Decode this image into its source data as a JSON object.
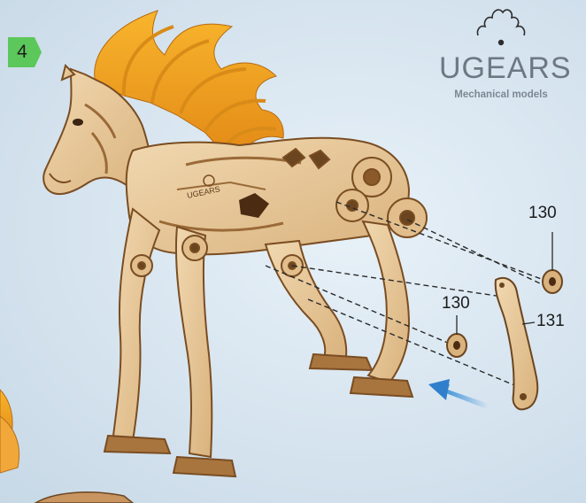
{
  "step": {
    "number": "4",
    "badge_color": "#5cc75a"
  },
  "brand": {
    "name": "UGEARS",
    "tagline": "Mechanical models"
  },
  "parts": {
    "washer_top": "130",
    "washer_mid": "130",
    "leg_arm": "131"
  },
  "colors": {
    "background": "#d9e6f0",
    "wood": "#e8c89a",
    "wood_dark": "#a0723f",
    "mane": "#f0a623",
    "arrow": "#3a8fd8"
  }
}
